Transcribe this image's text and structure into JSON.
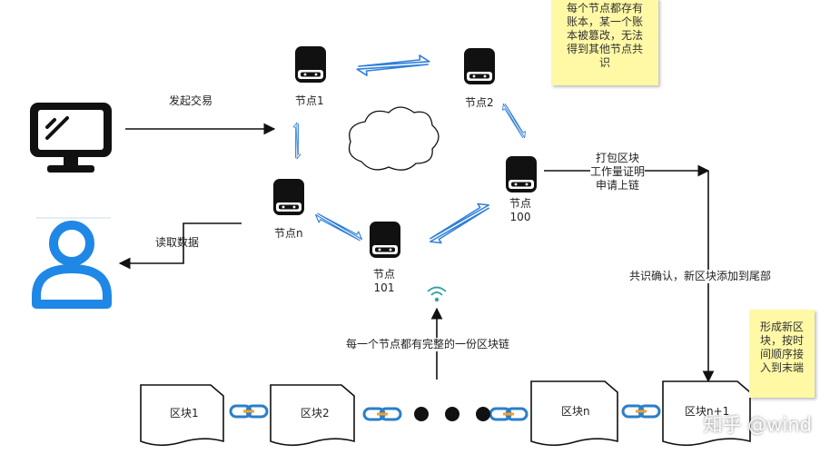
{
  "edges": {
    "initiate_tx": "发起交易",
    "read_data": "读取数据",
    "pack_block_lines": [
      "打包区块",
      "工作量证明",
      "申请上链"
    ],
    "consensus": "共识确认，新区块添加到尾部",
    "full_chain": "每一个节点都有完整的一份区块链"
  },
  "nodes": {
    "node1": "节点1",
    "node2": "节点2",
    "node_n": "节点n",
    "node101": [
      "节点",
      "101"
    ],
    "node100": [
      "节点",
      "100"
    ]
  },
  "notes": {
    "top_right": [
      "每个节点都存有",
      "账本，某一个账",
      "本被篡改，无法",
      "得到其他节点共",
      "识"
    ],
    "bottom_right": [
      "形成新区",
      "块，按时",
      "间顺序接",
      "入到末端"
    ]
  },
  "chain": {
    "block1": "区块1",
    "block2": "区块2",
    "block_n": "区块n",
    "block_n1": "区块n+1"
  },
  "watermark": "知乎 @wind",
  "colors": {
    "icon_black": "#111111",
    "user_blue": "#1f87e5",
    "arrow_blue": "#2f7fd8",
    "note_yellow": "#fff9a6",
    "link_orange": "#f0a030"
  }
}
